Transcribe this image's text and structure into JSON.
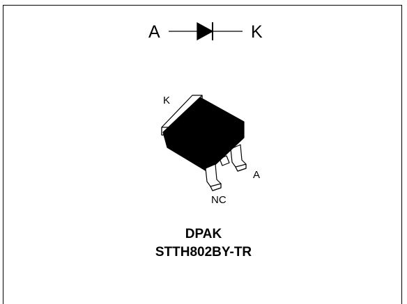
{
  "symbol": {
    "anode_label": "A",
    "cathode_label": "K"
  },
  "package_pins": {
    "cathode_label": "K",
    "anode_label": "A",
    "nc_label": "NC"
  },
  "caption": {
    "package_name": "DPAK",
    "part_number": "STTH802BY-TR"
  },
  "colors": {
    "line": "#000000",
    "background": "#ffffff"
  },
  "icons": {
    "diode_symbol": "diode-icon",
    "package_drawing": "dpak-package-icon"
  }
}
